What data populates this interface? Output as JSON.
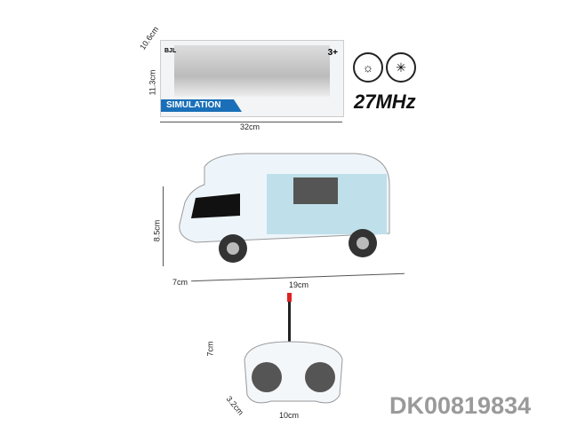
{
  "package": {
    "brand": "BJL",
    "age": "3+",
    "title": "SIMULATION",
    "width": "32cm",
    "height": "11.3cm",
    "depth": "10.6cm"
  },
  "features": {
    "light_icon": "light-bulb-icon",
    "function_icon": "full-function-icon",
    "frequency": "27MHz"
  },
  "vehicle": {
    "height": "8.5cm",
    "depth": "7cm",
    "length": "19cm"
  },
  "remote": {
    "height": "7cm",
    "depth": "3.2cm",
    "width": "10cm"
  },
  "sku": "DK00819834"
}
